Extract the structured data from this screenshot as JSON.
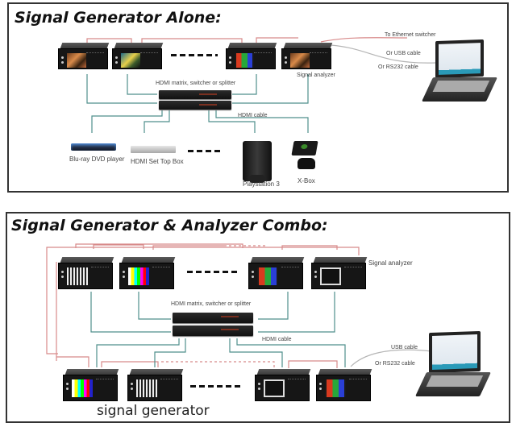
{
  "panel1": {
    "title": "Signal Generator Alone:",
    "labels": {
      "ethernet": "To Ethernet switcher",
      "usb": "Or USB cable",
      "rs232": "Or RS232 cable",
      "analyzer": "Signal analyzer",
      "matrix": "HDMI matrix, switcher or splitter",
      "hdmi_cable": "HDMI cable"
    },
    "sources": [
      {
        "name": "bluray",
        "label": "Blu-ray DVD player"
      },
      {
        "name": "stb",
        "label": "HDMI Set Top Box"
      },
      {
        "name": "ps3",
        "label": "Playstation 3"
      },
      {
        "name": "xbox",
        "label": "X-Box"
      }
    ]
  },
  "panel2": {
    "title": "Signal Generator & Analyzer Combo:",
    "labels": {
      "analyzer": "Signal analyzer",
      "matrix": "HDMI matrix, switcher or splitter",
      "hdmi_cable": "HDMI cable",
      "usb": "USB cable",
      "rs232": "Or RS232 cable",
      "generator": "signal generator"
    }
  },
  "colors": {
    "hdmi_wire": "#4f8f8c",
    "control_wire": "#d88a8a",
    "usb_wire": "#b5b5b5"
  }
}
